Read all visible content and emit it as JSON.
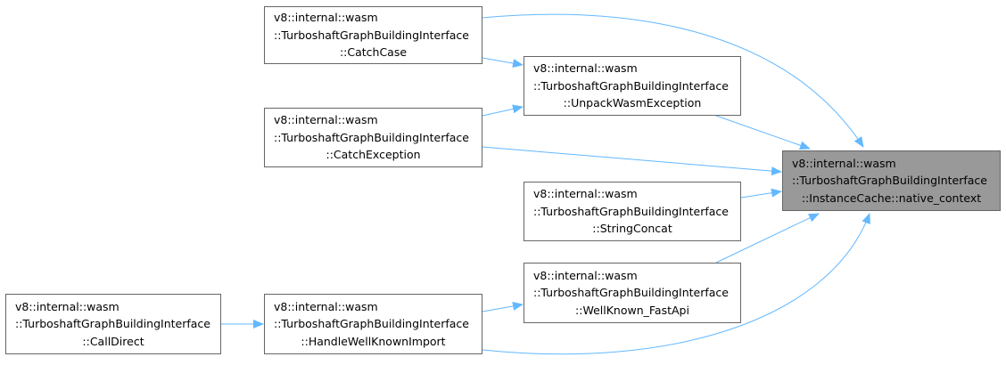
{
  "colors": {
    "edge": "#63b8ff",
    "node_border": "#666666",
    "root_fill": "#999999"
  },
  "nodes": {
    "catch_case": {
      "lines": [
        "v8::internal::wasm",
        "::TurboshaftGraphBuildingInterface",
        "::CatchCase"
      ]
    },
    "unpack_wasm_exception": {
      "lines": [
        "v8::internal::wasm",
        "::TurboshaftGraphBuildingInterface",
        "::UnpackWasmException"
      ]
    },
    "catch_exception": {
      "lines": [
        "v8::internal::wasm",
        "::TurboshaftGraphBuildingInterface",
        "::CatchException"
      ]
    },
    "string_concat": {
      "lines": [
        "v8::internal::wasm",
        "::TurboshaftGraphBuildingInterface",
        "::StringConcat"
      ]
    },
    "native_context": {
      "lines": [
        "v8::internal::wasm",
        "::TurboshaftGraphBuildingInterface",
        "::InstanceCache::native_context"
      ]
    },
    "well_known_fastapi": {
      "lines": [
        "v8::internal::wasm",
        "::TurboshaftGraphBuildingInterface",
        "::WellKnown_FastApi"
      ]
    },
    "call_direct": {
      "lines": [
        "v8::internal::wasm",
        "::TurboshaftGraphBuildingInterface",
        "::CallDirect"
      ]
    },
    "handle_well_known_import": {
      "lines": [
        "v8::internal::wasm",
        "::TurboshaftGraphBuildingInterface",
        "::HandleWellKnownImport"
      ]
    }
  }
}
